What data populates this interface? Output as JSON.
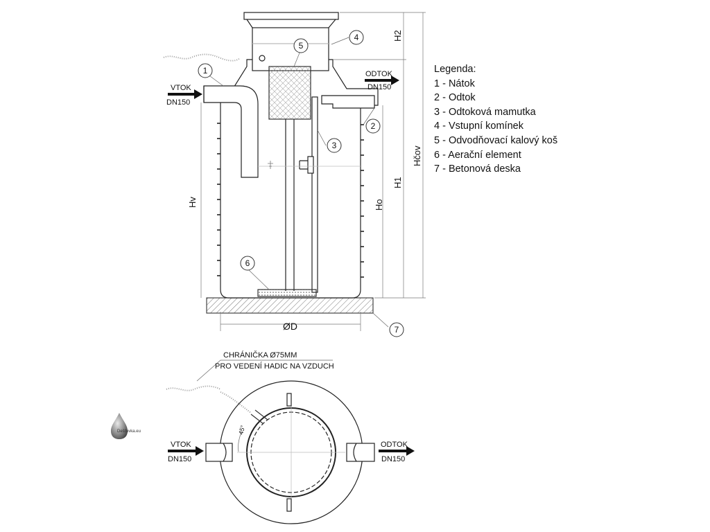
{
  "legend": {
    "title": "Legenda:",
    "items": [
      "1 - Nátok",
      "2 - Odtok",
      "3 - Odtoková mamutka",
      "4 - Vstupní komínek",
      "5 - Odvodňovací kalový koš",
      "6 - Aerační element",
      "7 - Betonová deska"
    ]
  },
  "section_view": {
    "inlet": {
      "label": "VTOK",
      "size": "DN150"
    },
    "outlet": {
      "label": "ODTOK",
      "size": "DN150"
    },
    "callouts": [
      "1",
      "2",
      "3",
      "4",
      "5",
      "6",
      "7"
    ],
    "dimensions": {
      "h2": "H2",
      "hcov": "Hčov",
      "h1": "H1",
      "ho": "Ho",
      "hv": "Hv",
      "diameter": "ØD"
    }
  },
  "plan_view": {
    "conduit_label_1": "CHRÁNIČKA Ø75MM",
    "conduit_label_2": "PRO VEDENÍ HADIC NA VZDUCH",
    "angle": "45°",
    "inlet": {
      "label": "VTOK",
      "size": "DN150"
    },
    "outlet": {
      "label": "ODTOK",
      "size": "DN150"
    }
  },
  "logo": {
    "text": "Dešťovka.eu"
  }
}
